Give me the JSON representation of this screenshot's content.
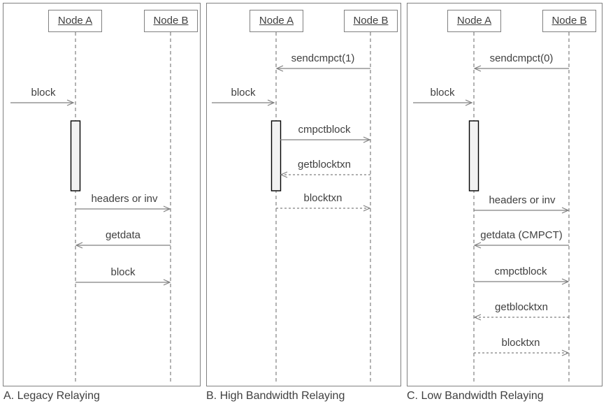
{
  "colors": {
    "line": "#808080",
    "text": "#404040",
    "panel_border": "#808080",
    "activation_fill": "#f2f2f2",
    "activation_border": "#000000",
    "background": "#ffffff"
  },
  "panels": [
    {
      "id": "A",
      "caption": "A. Legacy Relaying",
      "actors": [
        {
          "label": "Node A"
        },
        {
          "label": "Node B"
        }
      ],
      "messages": [
        {
          "label": "block",
          "from": "network",
          "to": "Node A",
          "line": "solid"
        },
        {
          "label": "headers or inv",
          "from": "Node A",
          "to": "Node B",
          "line": "solid"
        },
        {
          "label": "getdata",
          "from": "Node B",
          "to": "Node A",
          "line": "solid"
        },
        {
          "label": "block",
          "from": "Node A",
          "to": "Node B",
          "line": "solid"
        }
      ]
    },
    {
      "id": "B",
      "caption": "B. High Bandwidth Relaying",
      "actors": [
        {
          "label": "Node A"
        },
        {
          "label": "Node B"
        }
      ],
      "messages": [
        {
          "label": "sendcmpct(1)",
          "from": "Node B",
          "to": "Node A",
          "line": "solid"
        },
        {
          "label": "block",
          "from": "network",
          "to": "Node A",
          "line": "solid"
        },
        {
          "label": "cmpctblock",
          "from": "Node A",
          "to": "Node B",
          "line": "solid"
        },
        {
          "label": "getblocktxn",
          "from": "Node B",
          "to": "Node A",
          "line": "dashed"
        },
        {
          "label": "blocktxn",
          "from": "Node A",
          "to": "Node B",
          "line": "dashed"
        }
      ]
    },
    {
      "id": "C",
      "caption": "C. Low Bandwidth Relaying",
      "actors": [
        {
          "label": "Node A"
        },
        {
          "label": "Node B"
        }
      ],
      "messages": [
        {
          "label": "sendcmpct(0)",
          "from": "Node B",
          "to": "Node A",
          "line": "solid"
        },
        {
          "label": "block",
          "from": "network",
          "to": "Node A",
          "line": "solid"
        },
        {
          "label": "headers or inv",
          "from": "Node A",
          "to": "Node B",
          "line": "solid"
        },
        {
          "label": "getdata (CMPCT)",
          "from": "Node B",
          "to": "Node A",
          "line": "solid"
        },
        {
          "label": "cmpctblock",
          "from": "Node A",
          "to": "Node B",
          "line": "solid"
        },
        {
          "label": "getblocktxn",
          "from": "Node B",
          "to": "Node A",
          "line": "dashed"
        },
        {
          "label": "blocktxn",
          "from": "Node A",
          "to": "Node B",
          "line": "dashed"
        }
      ]
    }
  ]
}
